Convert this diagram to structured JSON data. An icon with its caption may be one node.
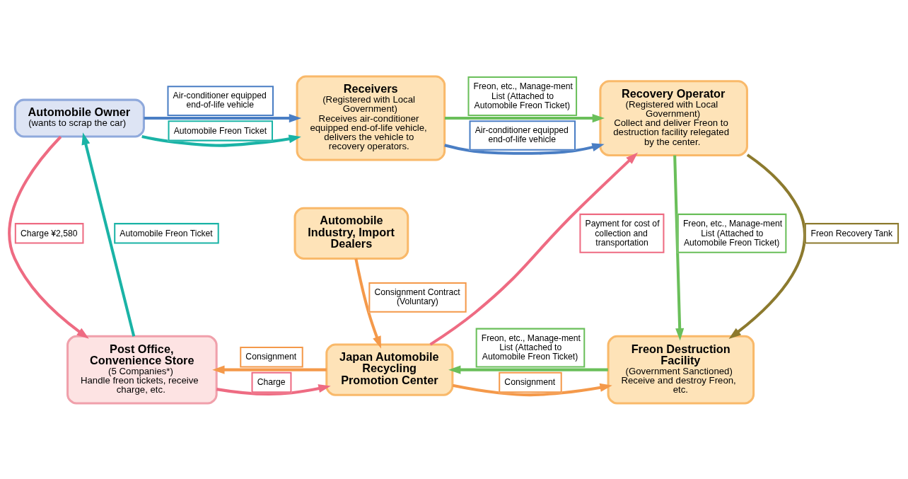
{
  "diagram": {
    "nodes": [
      {
        "text": [
          "Automobile Owner",
          "(wants to scrap the car)"
        ]
      },
      {
        "text": [
          "Receivers",
          "(Registered with Local Government)",
          "Receives air-conditioner equipped end-of-life vehicle, delivers the vehicle to recovery operators."
        ]
      },
      {
        "text": [
          "Recovery Operator",
          "(Registered with Local Government)",
          "Collect and deliver Freon to destruction facility relegated by the center."
        ]
      },
      {
        "text": [
          "Automobile Industry, Import Dealers"
        ]
      },
      {
        "text": [
          "Post Office, Convenience Store",
          "(5 Companies*)",
          "Handle freon tickets, receive charge, etc."
        ]
      },
      {
        "text": [
          "Japan Automobile Recycling Promotion Center"
        ]
      },
      {
        "text": [
          "Freon Destruction Facility",
          "(Government Sanctioned)",
          "Receive and destroy Freon, etc."
        ]
      }
    ],
    "edges": [
      {
        "from": 0,
        "to": 1,
        "arrow": "to",
        "label": "Air-conditioner equipped end-of-life vehicle",
        "color": "#4a7ec4"
      },
      {
        "from": 0,
        "to": 1,
        "arrow": "to",
        "label": "Automobile Freon Ticket",
        "color": "#1ab3a6"
      },
      {
        "from": 1,
        "to": 2,
        "arrow": "to",
        "label": "Air-conditioner equipped end-of-life vehicle",
        "color": "#4a7ec4"
      },
      {
        "from": 1,
        "to": 2,
        "arrow": "to",
        "label": "Freon, etc., Manage-ment List (Attached to Automobile Freon Ticket)",
        "color": "#6abf5a"
      },
      {
        "from": 0,
        "to": 4,
        "arrow": "to",
        "label": "Charge ¥2,580",
        "color": "#ee6b82"
      },
      {
        "from": 4,
        "to": 0,
        "arrow": "to",
        "label": "Automobile Freon Ticket",
        "color": "#1ab3a6"
      },
      {
        "from": 2,
        "to": 6,
        "arrow": "to",
        "label": "Freon, etc., Manage-ment List (Attached to Automobile Freon Ticket)",
        "color": "#6abf5a"
      },
      {
        "from": 2,
        "to": 6,
        "arrow": "to",
        "label": "Freon Recovery Tank",
        "color": "#8c7a2e"
      },
      {
        "from": 3,
        "to": 5,
        "arrow": "to",
        "label": "Consignment Contract (Voluntary)",
        "color": "#f4994a"
      },
      {
        "from": 5,
        "to": 2,
        "arrow": "to",
        "label": "Payment for cost of collection and transportation",
        "color": "#ee6b82"
      },
      {
        "from": 4,
        "to": 5,
        "arrow": "to",
        "label": "Charge",
        "color": "#ee6b82"
      },
      {
        "from": 6,
        "to": 5,
        "arrow": "to",
        "label": "Freon, etc., Manage-ment List (Attached to Automobile Freon Ticket)",
        "color": "#6abf5a"
      },
      {
        "from": 5,
        "to": 4,
        "arrow": "to",
        "label": "Consignment",
        "color": "#f4994a"
      },
      {
        "from": 5,
        "to": 6,
        "arrow": "to",
        "label": "Consignment",
        "color": "#f4994a"
      }
    ]
  }
}
